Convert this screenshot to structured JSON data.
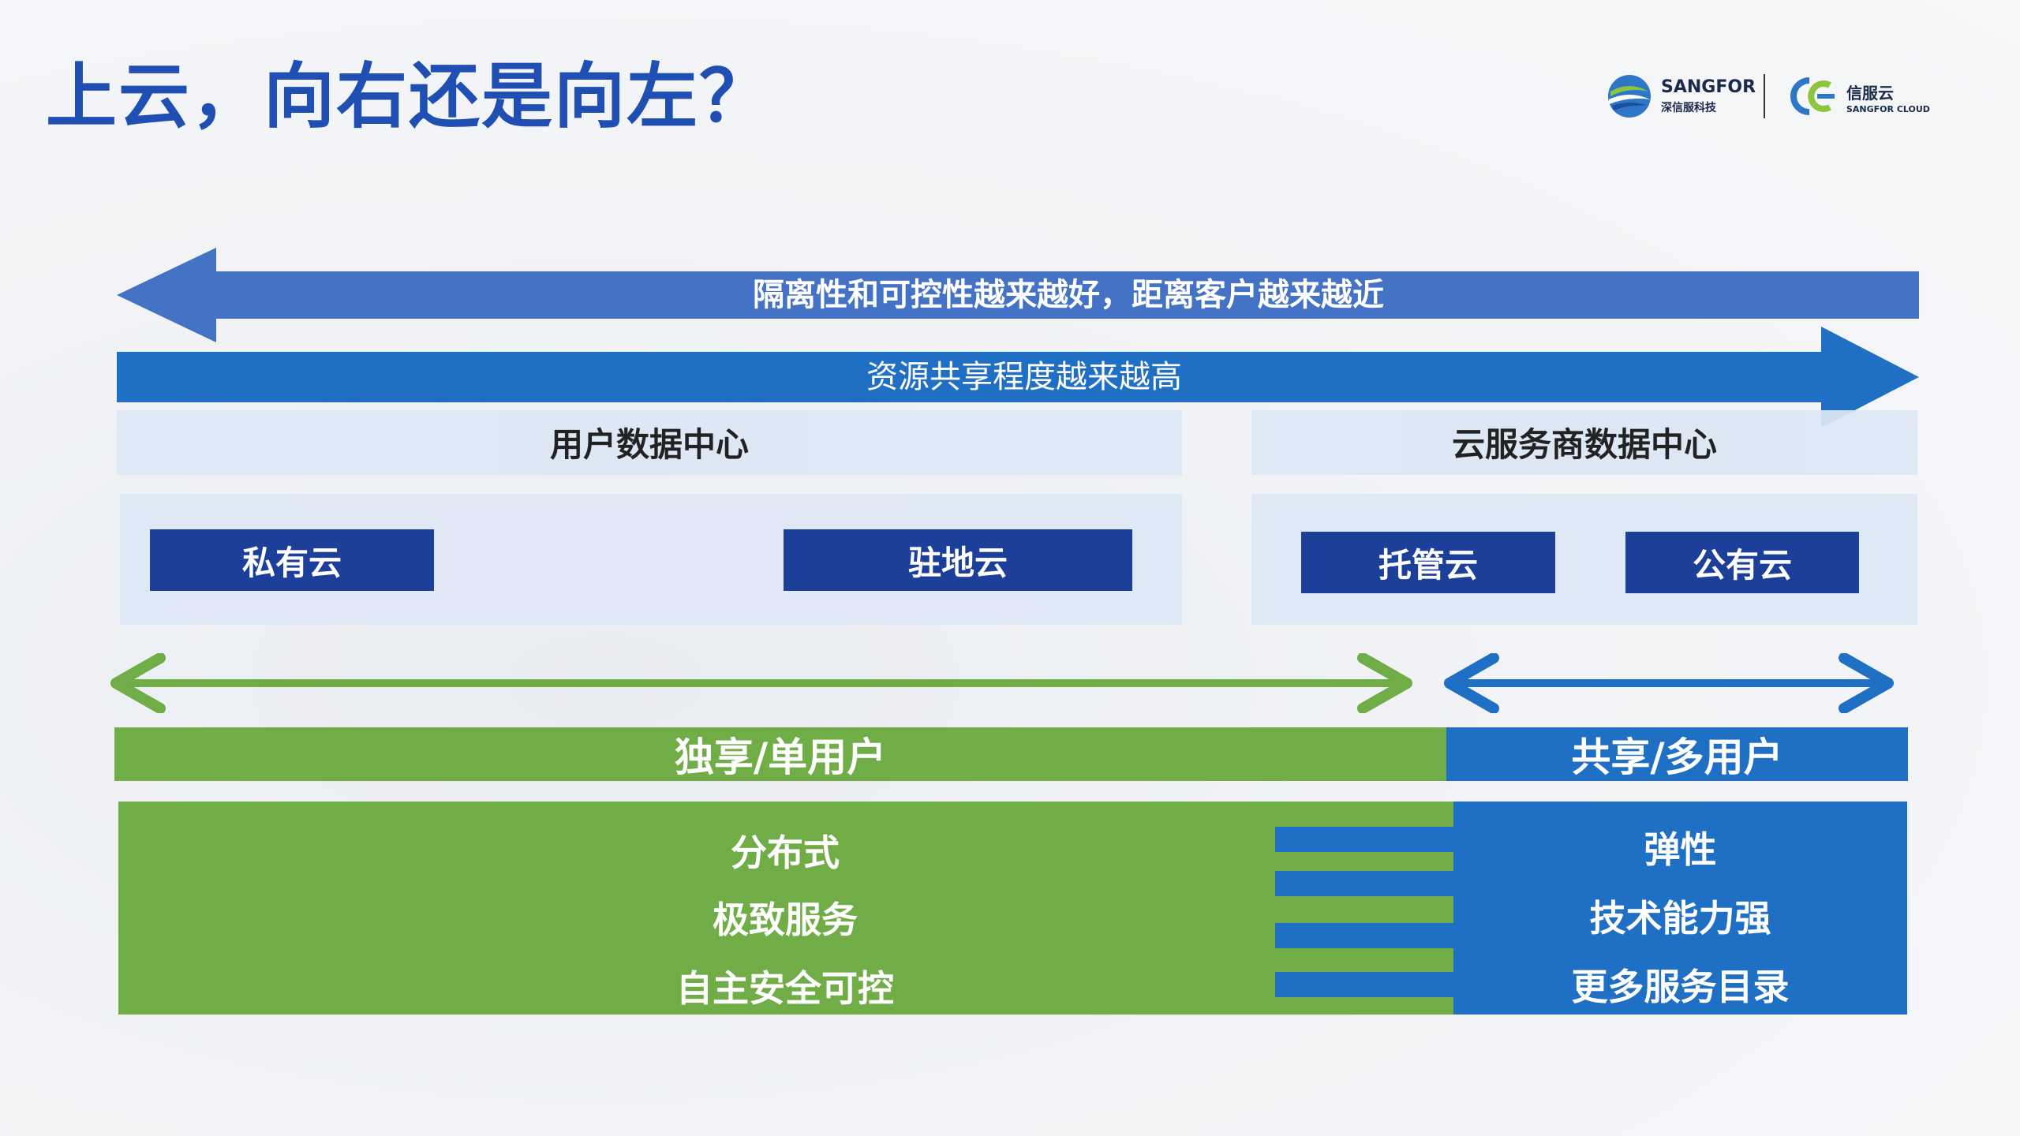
{
  "title": "上云，向右还是向左？",
  "logo": {
    "brand": "SANGFOR",
    "brand_cn": "深信服科技",
    "cloud_cn": "信服云",
    "cloud_en": "SANGFOR CLOUD"
  },
  "arrows": {
    "left_arrow_text": "隔离性和可控性越来越好，距离客户越来越近",
    "right_arrow_text": "资源共享程度越来越高"
  },
  "panels": {
    "user_dc": "用户数据中心",
    "provider_dc": "云服务商数据中心"
  },
  "clouds": {
    "private": "私有云",
    "onsite": "驻地云",
    "hosted": "托管云",
    "public": "公有云"
  },
  "tenancy": {
    "single": "独享/单用户",
    "shared": "共享/多用户"
  },
  "features_left": [
    "分布式",
    "极致服务",
    "自主安全可控"
  ],
  "features_right": [
    "弹性",
    "技术能力强",
    "更多服务目录"
  ],
  "colors": {
    "title_blue": "#1f4fb3",
    "arrow_left_blue": "#4472c4",
    "arrow_right_blue": "#1f6fc5",
    "navy": "#1c3f9a",
    "green": "#70ad47",
    "light_panel": "#dde7f4"
  }
}
